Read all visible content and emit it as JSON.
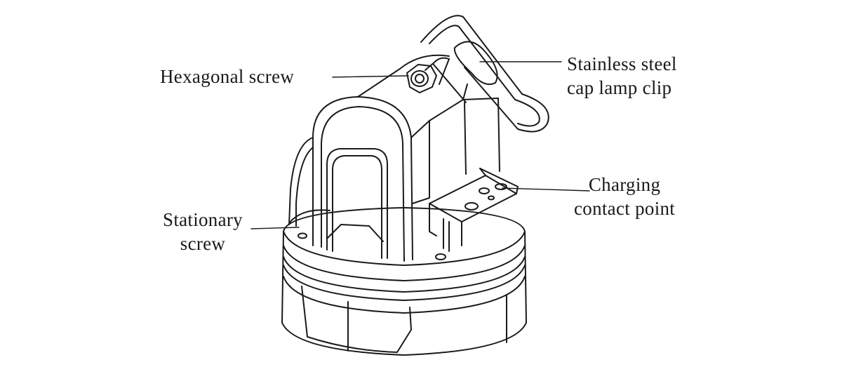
{
  "labels": {
    "hexagonal_screw": "Hexagonal screw",
    "cap_lamp_clip": [
      "Stainless steel",
      "cap lamp clip"
    ],
    "charging_contact": [
      "Charging",
      "contact point"
    ],
    "stationary_screw": [
      "Stationary",
      "screw"
    ]
  },
  "colors": {
    "stroke": "#1a1a1a",
    "background": "#ffffff",
    "text": "#1a1a1a"
  }
}
